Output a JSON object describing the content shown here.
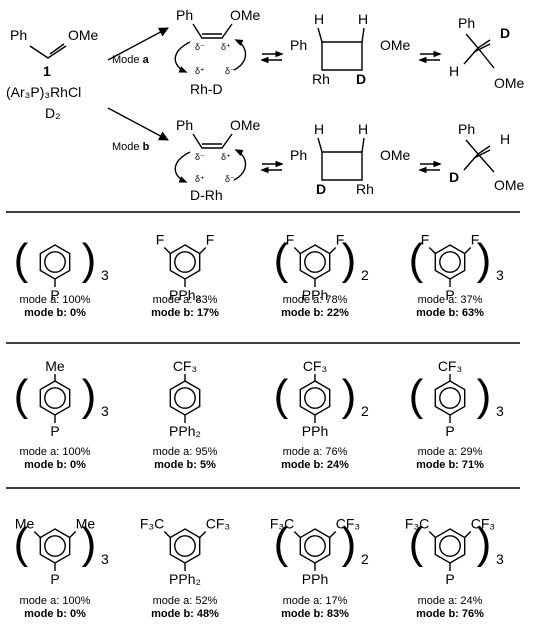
{
  "scheme": {
    "substrate": {
      "left_label": "Ph",
      "right_label": "OMe",
      "number": "1"
    },
    "catalyst": "(Ar₃P)₃RhCl",
    "reagent": "D₂",
    "path_a": {
      "mode_label": "Mode",
      "mode_letter": "a",
      "ts": {
        "ph": "Ph",
        "ome": "OMe",
        "dm1": "δ⁻",
        "dp1": "δ⁺",
        "dp2": "δ⁺",
        "dm2": "δ⁻",
        "rhd": "Rh-D"
      },
      "ring": {
        "h1": "H",
        "h2": "H",
        "ph": "Ph",
        "ome": "OMe",
        "rh": "Rh",
        "d": "D"
      },
      "product": {
        "ph": "Ph",
        "d": "D",
        "h": "H",
        "ome": "OMe"
      }
    },
    "path_b": {
      "mode_label": "Mode",
      "mode_letter": "b",
      "ts": {
        "ph": "Ph",
        "ome": "OMe",
        "dm1": "δ⁻",
        "dp1": "δ⁺",
        "dp2": "δ⁺",
        "dm2": "δ⁻",
        "drh": "D-Rh"
      },
      "ring": {
        "h1": "H",
        "h2": "H",
        "ph": "Ph",
        "ome": "OMe",
        "d": "D",
        "rh": "Rh"
      },
      "product": {
        "ph": "Ph",
        "h": "H",
        "d": "D",
        "ome": "OMe"
      }
    }
  },
  "ligands": [
    [
      {
        "labels": [
          "P"
        ],
        "sub": "3",
        "a": "mode a: 100%",
        "b": "mode b: 0%"
      },
      {
        "labels": [
          "F",
          "F",
          "PPh₂"
        ],
        "sub": "",
        "a": "mode a:  83%",
        "b": "mode b: 17%"
      },
      {
        "labels": [
          "F",
          "F",
          "PPh"
        ],
        "sub": "2",
        "a": "mode a:  78%",
        "b": "mode b: 22%"
      },
      {
        "labels": [
          "F",
          "F",
          "P"
        ],
        "sub": "3",
        "a": "mode a:  37%",
        "b": "mode b: 63%"
      }
    ],
    [
      {
        "labels": [
          "Me",
          "P"
        ],
        "sub": "3",
        "a": "mode a:  100%",
        "b": "mode b: 0%"
      },
      {
        "labels": [
          "CF₃",
          "PPh₂"
        ],
        "sub": "",
        "a": "mode a:  95%",
        "b": "mode b: 5%"
      },
      {
        "labels": [
          "CF₃",
          "PPh"
        ],
        "sub": "2",
        "a": "mode a:  76%",
        "b": "mode b: 24%"
      },
      {
        "labels": [
          "CF₃",
          "P"
        ],
        "sub": "3",
        "a": "mode a:  29%",
        "b": "mode b: 71%"
      }
    ],
    [
      {
        "labels": [
          "Me",
          "Me",
          "P"
        ],
        "sub": "3",
        "a": "mode a:  100%",
        "b": "mode b: 0%"
      },
      {
        "labels": [
          "F₃C",
          "CF₃",
          "PPh₂"
        ],
        "sub": "",
        "a": "mode a:  52%",
        "b": "mode b: 48%"
      },
      {
        "labels": [
          "F₃C",
          "CF₃",
          "PPh"
        ],
        "sub": "2",
        "a": "mode a:  17%",
        "b": "mode b: 83%"
      },
      {
        "labels": [
          "F₃C",
          "CF₃",
          "P"
        ],
        "sub": "3",
        "a": "mode a:  24%",
        "b": "mode b: 76%"
      }
    ]
  ]
}
